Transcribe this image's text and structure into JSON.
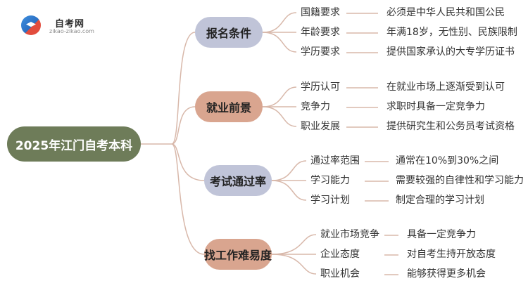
{
  "logo": {
    "name": "自考网",
    "url": "zikao-zikao.com"
  },
  "root": {
    "label": "2025年江门自考本科"
  },
  "colors": {
    "root": "#6e7c59",
    "lines": "#d8b8aa"
  },
  "categories": [
    {
      "label": "报名条件",
      "color": "#c0c4d8",
      "items": [
        {
          "label": "国籍要求",
          "detail": "必须是中华人民共和国公民"
        },
        {
          "label": "年龄要求",
          "detail": "年满18岁，无性别、民族限制"
        },
        {
          "label": "学历要求",
          "detail": "提供国家承认的大专学历证书"
        }
      ]
    },
    {
      "label": "就业前景",
      "color": "#d9a58f",
      "items": [
        {
          "label": "学历认可",
          "detail": "在就业市场上逐渐受到认可"
        },
        {
          "label": "竞争力",
          "detail": "求职时具备一定竞争力"
        },
        {
          "label": "职业发展",
          "detail": "提供研究生和公务员考试资格"
        }
      ]
    },
    {
      "label": "考试通过率",
      "color": "#c0c4d8",
      "items": [
        {
          "label": "通过率范围",
          "detail": "通常在10%到30%之间"
        },
        {
          "label": "学习能力",
          "detail": "需要较强的自律性和学习能力"
        },
        {
          "label": "学习计划",
          "detail": "制定合理的学习计划"
        }
      ]
    },
    {
      "label": "找工作难易度",
      "color": "#d9a58f",
      "items": [
        {
          "label": "就业市场竞争",
          "detail": "具备一定竞争力"
        },
        {
          "label": "企业态度",
          "detail": "对自考生持开放态度"
        },
        {
          "label": "职业机会",
          "detail": "能够获得更多机会"
        }
      ]
    }
  ]
}
